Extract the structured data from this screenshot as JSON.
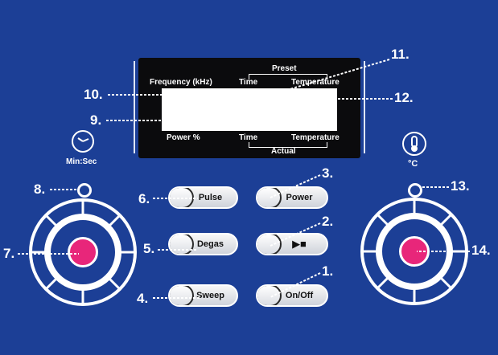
{
  "display": {
    "preset": "Preset",
    "actual": "Actual",
    "frequency": "Frequency (kHz)",
    "power": "Power %",
    "time_top": "Time",
    "temp_top": "Temperature",
    "time_bottom": "Time",
    "temp_bottom": "Temperature"
  },
  "left_icon": {
    "label": "Min:Sec",
    "icon": "clock-icon"
  },
  "right_icon": {
    "label": "°C",
    "icon": "thermometer-icon"
  },
  "buttons": {
    "pulse": "Pulse",
    "degas": "Degas",
    "sweep": "Sweep",
    "power": "Power",
    "play_stop": "▶■",
    "onoff": "On/Off"
  },
  "callouts": {
    "n1": "1.",
    "n2": "2.",
    "n3": "3.",
    "n4": "4.",
    "n5": "5.",
    "n6": "6.",
    "n7": "7.",
    "n8": "8.",
    "n9": "9.",
    "n10": "10.",
    "n11": "11.",
    "n12": "12.",
    "n13": "13.",
    "n14": "14."
  },
  "colors": {
    "background": "#1c3f96",
    "knob_center": "#e8267a",
    "display": "#0b0b0d"
  }
}
